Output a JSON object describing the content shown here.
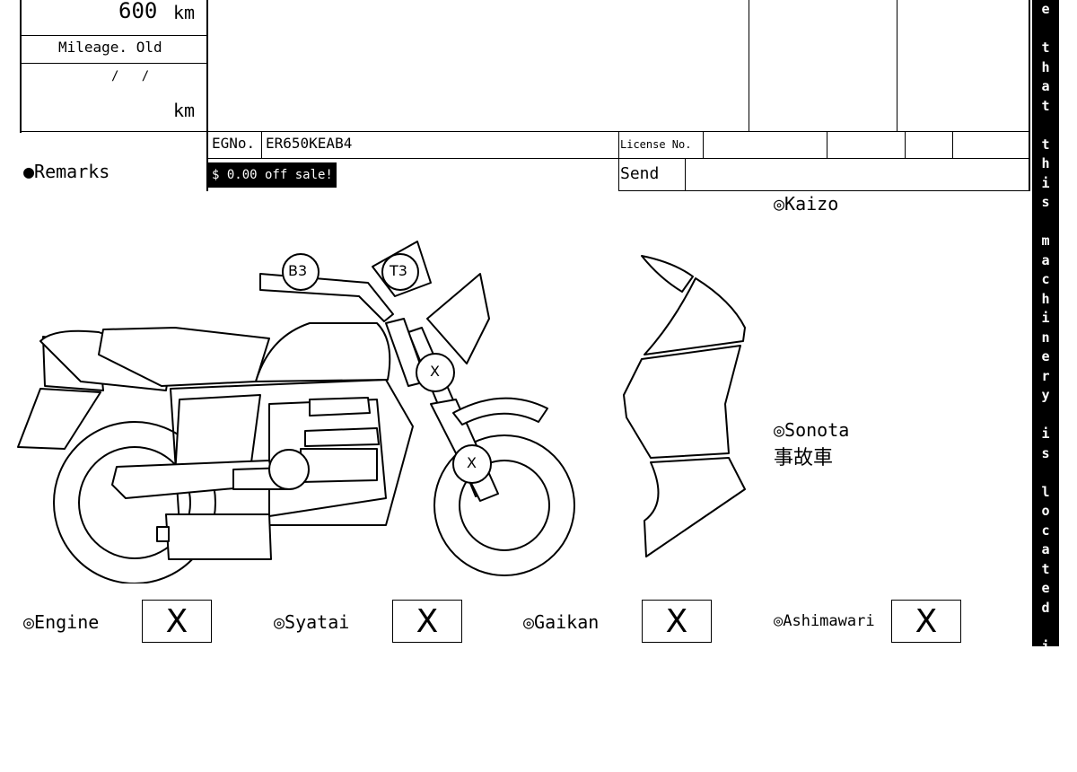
{
  "mileage": {
    "current_value": "600",
    "current_unit": "km",
    "old_label": "Mileage. Old",
    "old_date": "/   /",
    "old_unit": "km"
  },
  "engine_no": {
    "label": "EGNo.",
    "value": "ER650KEAB4"
  },
  "license": {
    "label": "License No.",
    "send_label": "Send"
  },
  "remarks": {
    "label": "●Remarks",
    "sale_badge": "$ 0.00 off sale!"
  },
  "kaizo": {
    "label": "◎Kaizo"
  },
  "sonota": {
    "label": "◎Sonota",
    "value": "事故車"
  },
  "diagram": {
    "marks": [
      "B3",
      "T3",
      "X",
      "X"
    ]
  },
  "ratings": [
    {
      "label": "◎Engine",
      "value": "X"
    },
    {
      "label": "◎Syatai",
      "value": "X"
    },
    {
      "label": "◎Gaikan",
      "value": "X"
    },
    {
      "label": "◎Ashimawari",
      "value": "X"
    }
  ],
  "side_banner": "e that this machinery is located in Bays"
}
